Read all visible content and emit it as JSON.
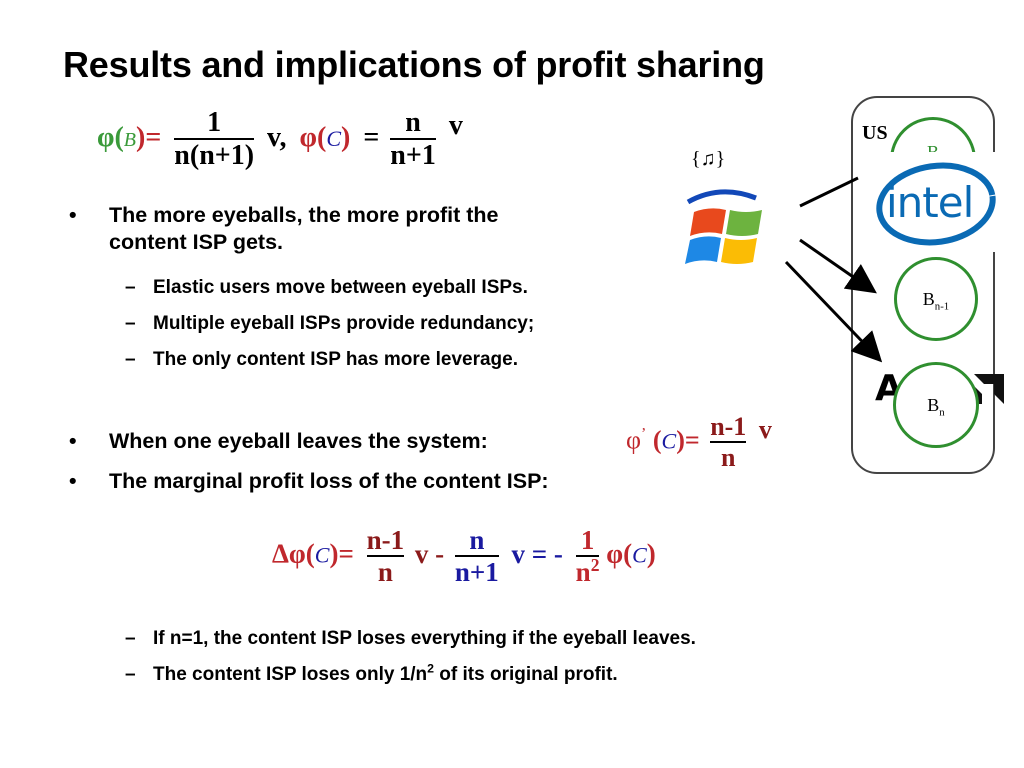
{
  "title": "Results and implications of profit sharing",
  "formula1": {
    "phi": "φ(",
    "b_symbol": "B",
    "close_eq": ")=",
    "frac1_num": "1",
    "frac1_den": "n(n+1)",
    "v_comma": "v,",
    "phi2": "φ(",
    "c_symbol": "C",
    "close2": ")",
    "eq2": "=",
    "frac2_num": "n",
    "frac2_den": "n+1",
    "v2": "v"
  },
  "bullets_top": [
    {
      "text_line1": "The more eyeballs, the more profit the",
      "text_line2": "content ISP gets."
    }
  ],
  "subbullets_top": [
    "Elastic users move between eyeball ISPs.",
    "Multiple eyeball ISPs provide redundancy;",
    "The only content ISP has more leverage."
  ],
  "bullets_mid": [
    "When one eyeball leaves the system:",
    "The marginal profit loss of the content ISP:"
  ],
  "formula2": {
    "phi_prime": "φ",
    "prime": "’",
    "open": "(",
    "c_symbol": "C",
    "close_eq": ")=",
    "num": "n-1",
    "den": "n",
    "v": "v"
  },
  "formula3": {
    "delta_phi": "Δφ(",
    "c_symbol": "C",
    "close_eq": ")=",
    "f1_num": "n-1",
    "f1_den": "n",
    "v_minus": "v -",
    "f2_num": "n",
    "f2_den": "n+1",
    "v_eq_minus": "v = -",
    "f3_num": "1",
    "f3_den": "n",
    "f3_den_sup": "2",
    "phi_end": "φ(",
    "c_symbol2": "C",
    "close_end": ")"
  },
  "subbullets_bottom": [
    {
      "text": "If n=1, the content ISP loses everything if the eyeball leaves."
    },
    {
      "pre": "The content ISP loses only 1/n",
      "sup": "2",
      "post": " of its original profit."
    }
  ],
  "diagram": {
    "music_label": "{♫}",
    "us_label": "US",
    "intel_label": "intel",
    "circle_top_label": "B",
    "circle_mid_label": "B",
    "circle_mid_sub": "n-1",
    "circle_bot_label": "B",
    "circle_bot_sub": "n",
    "amd_letter": "A",
    "colors": {
      "circle_stroke": "#2f8f2f",
      "intel_blue": "#0a6ab4",
      "formula_green": "#3a9a3a",
      "formula_red": "#c0282d",
      "formula_blue": "#1a1aa0"
    }
  }
}
